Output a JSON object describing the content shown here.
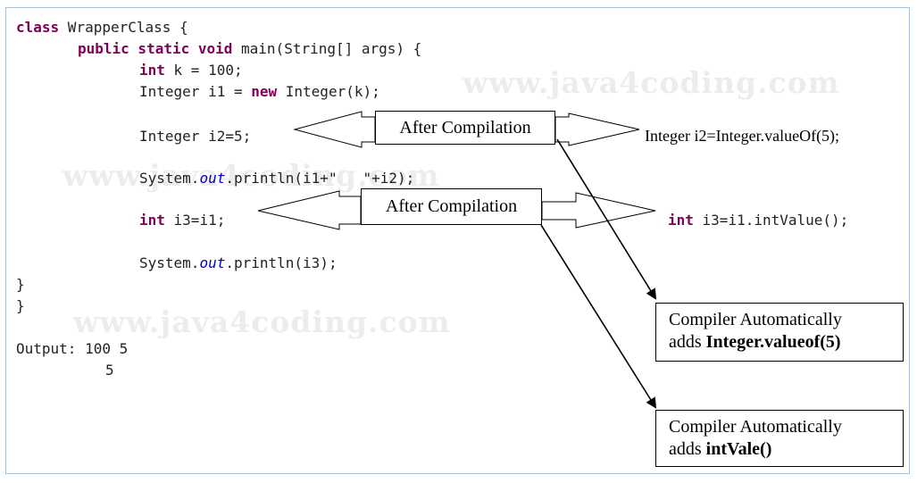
{
  "code": {
    "l1_kw": "class",
    "l1_rest": " WrapperClass {",
    "l2_kw": "public static void",
    "l2_rest": " main(String[] args) {",
    "l3_kw": "int",
    "l3_rest": " k = 100;",
    "l4_a": "Integer i1 = ",
    "l4_kw": "new",
    "l4_b": " Integer(k);",
    "l5": "Integer i2=5;",
    "l6_a": "System.",
    "l6_fld": "out",
    "l6_b": ".println(i1+\"   \"+i2);",
    "l7_kw": "int",
    "l7_rest": " i3=i1;",
    "l8_a": "System.",
    "l8_fld": "out",
    "l8_b": ".println(i3);",
    "l9": "}",
    "l10": "}",
    "out1": "Output: 100 5",
    "out2": "5"
  },
  "watermarks": [
    "www.java4coding.com",
    "www.java4coding.com",
    "www.java4coding.com"
  ],
  "after_compilation_1": "After Compilation",
  "after_compilation_2": "After Compilation",
  "compiled_1": "Integer i2=Integer.valueOf(5);",
  "compiled_2_kw": "int",
  "compiled_2_rest": " i3=i1.intValue();",
  "note_1": {
    "line1": "Compiler Automatically",
    "prefix": "adds ",
    "bold": "Integer.valueof(5)"
  },
  "note_2": {
    "line1": "Compiler Automatically",
    "prefix": "adds ",
    "bold": "intVale()"
  },
  "colors": {
    "keyword": "#7f0055",
    "field": "#0000c0",
    "frame": "#a9c3de"
  }
}
